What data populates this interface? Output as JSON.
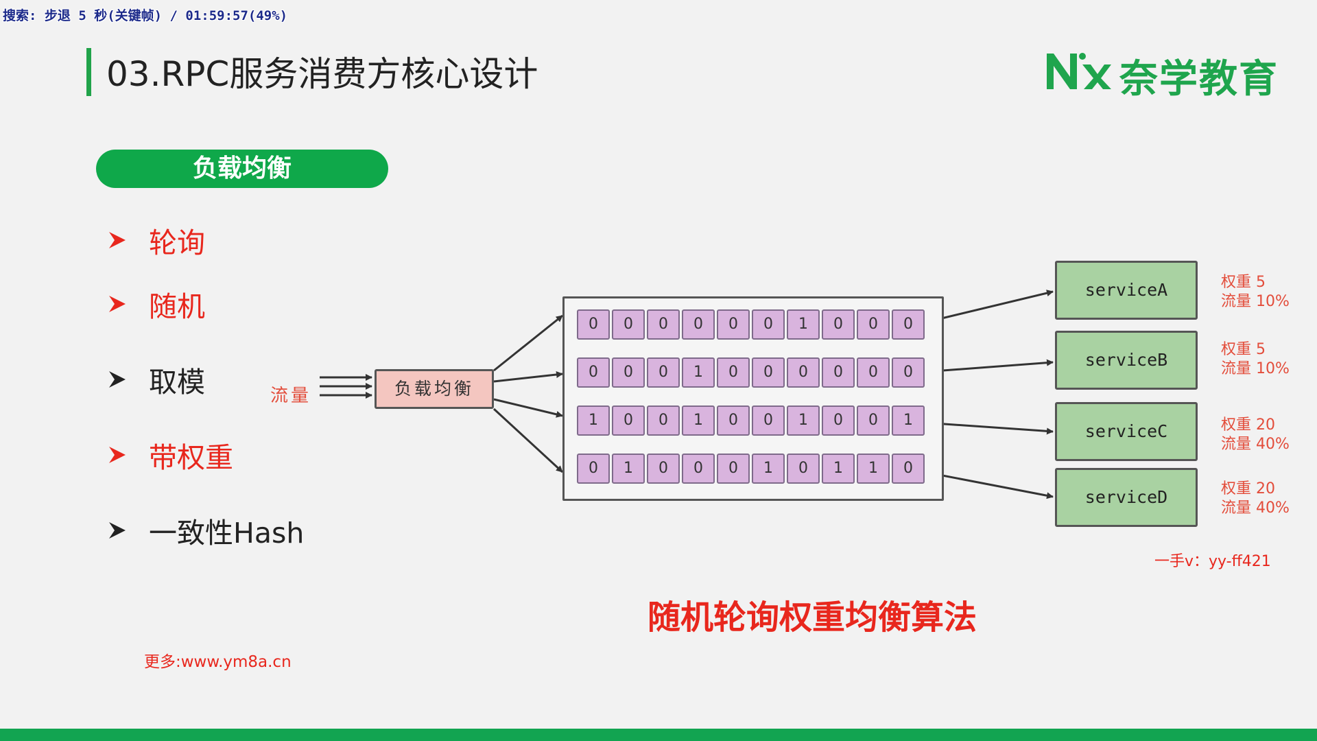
{
  "osd_text": "搜索: 步退 5 秒(关键帧) / 01:59:57(49%)",
  "title": "03.RPC服务消费方核心设计",
  "logo": {
    "mark": "NX",
    "text": "奈学教育",
    "color": "#1fa54d"
  },
  "section_pill": "负载均衡",
  "menu": [
    {
      "label": "轮询",
      "highlighted": true
    },
    {
      "label": "随机",
      "highlighted": true
    },
    {
      "label": "取模",
      "highlighted": false
    },
    {
      "label": "带权重",
      "highlighted": true
    },
    {
      "label": "一致性Hash",
      "highlighted": false
    }
  ],
  "diagram": {
    "traffic_label": "流量",
    "load_balancer_label": "负载均衡",
    "grid": [
      [
        "0",
        "0",
        "0",
        "0",
        "0",
        "0",
        "1",
        "0",
        "0",
        "0"
      ],
      [
        "0",
        "0",
        "0",
        "1",
        "0",
        "0",
        "0",
        "0",
        "0",
        "0"
      ],
      [
        "1",
        "0",
        "0",
        "1",
        "0",
        "0",
        "1",
        "0",
        "0",
        "1"
      ],
      [
        "0",
        "1",
        "0",
        "0",
        "0",
        "1",
        "0",
        "1",
        "1",
        "0"
      ]
    ],
    "services": [
      {
        "name": "serviceA",
        "weight": "权重 5",
        "traffic": "流量 10%"
      },
      {
        "name": "serviceB",
        "weight": "权重 5",
        "traffic": "流量 10%"
      },
      {
        "name": "serviceC",
        "weight": "权重 20",
        "traffic": "流量 40%"
      },
      {
        "name": "serviceD",
        "weight": "权重 20",
        "traffic": "流量 40%"
      }
    ]
  },
  "wechat_note": "一手v：yy-ff421",
  "caption": "随机轮询权重均衡算法",
  "more_link": "更多:www.ym8a.cn",
  "colors": {
    "accent_green": "#0fa84a",
    "highlight_red": "#e8271d",
    "cell_purple": "#d9b4de",
    "service_green": "#a9d2a2",
    "lb_pink": "#f4c6c0"
  }
}
